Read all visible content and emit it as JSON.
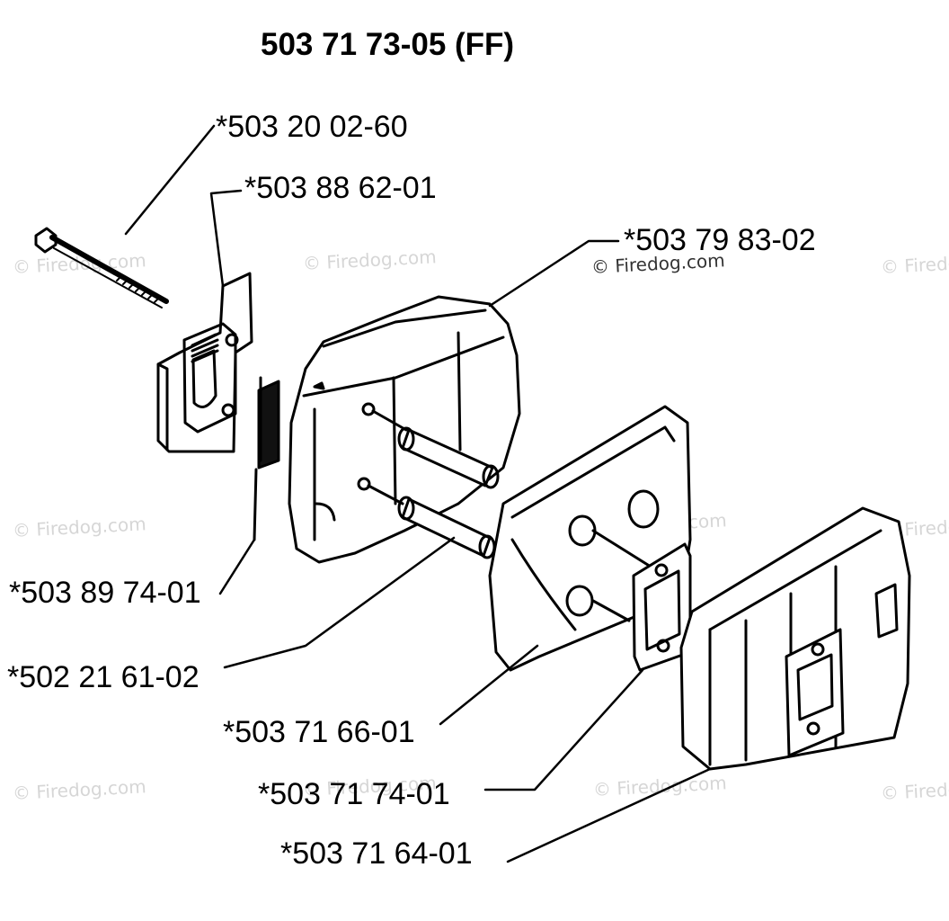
{
  "diagram": {
    "title": "503 71 73-05 (FF)",
    "watermark": "© Firedog.com",
    "parts": [
      {
        "id": "bolt",
        "number": "*503 20 02-60"
      },
      {
        "id": "bracket",
        "number": "*503 88 62-01"
      },
      {
        "id": "muffler-housing",
        "number": "*503 79 83-02"
      },
      {
        "id": "spark-screen",
        "number": "*503 89 74-01"
      },
      {
        "id": "spacer-tube",
        "number": "*502 21 61-02"
      },
      {
        "id": "cooling-plate",
        "number": "*503 71 66-01"
      },
      {
        "id": "gasket",
        "number": "*503 71 74-01"
      },
      {
        "id": "muffler-cover",
        "number": "*503 71 64-01"
      }
    ]
  }
}
